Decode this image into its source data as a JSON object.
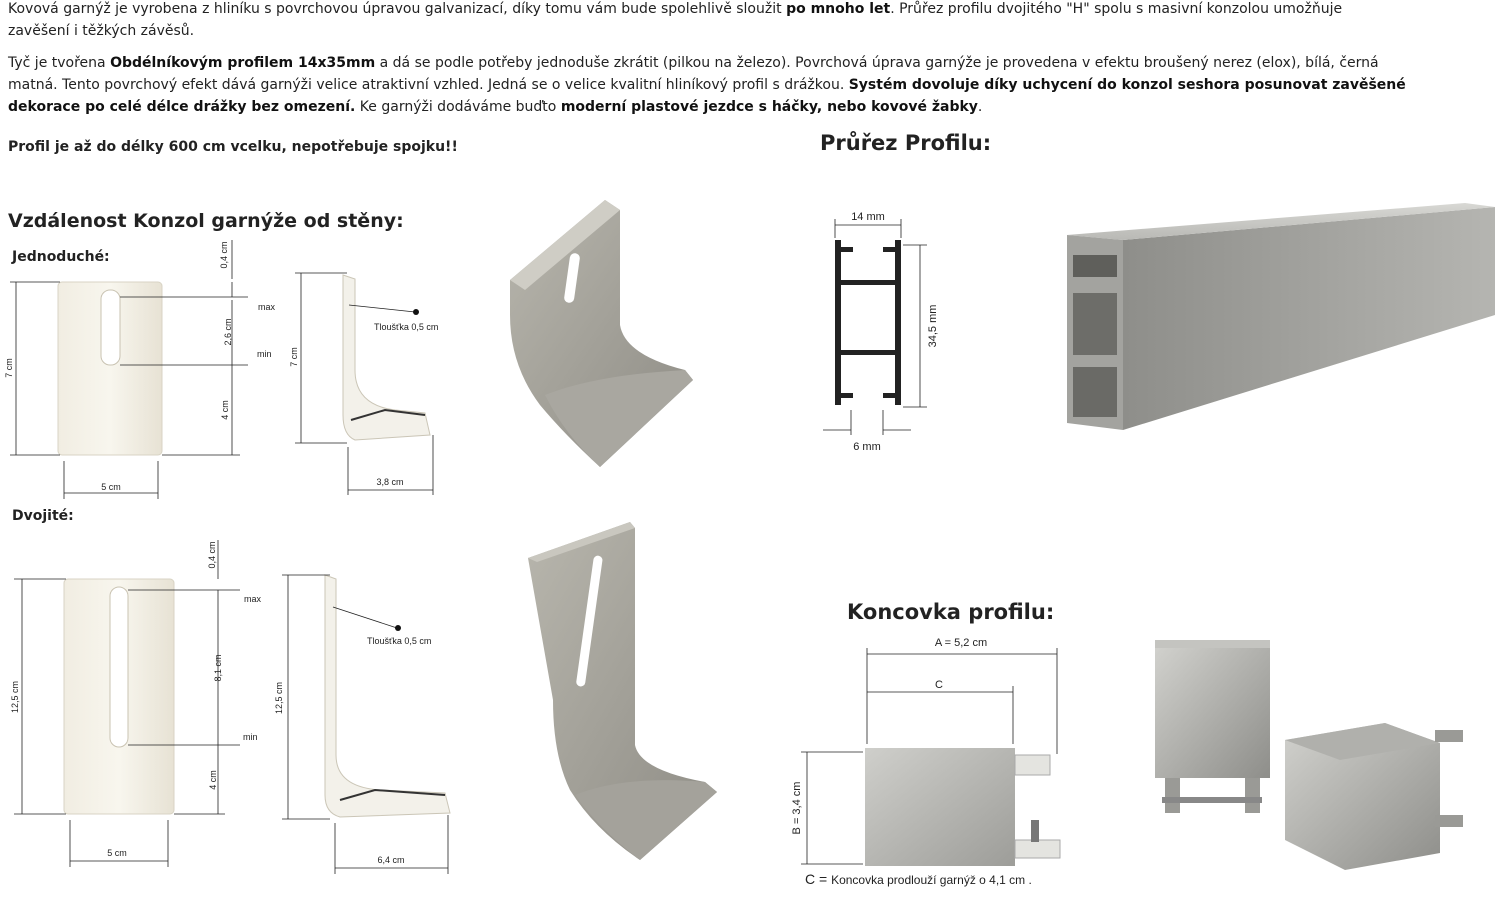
{
  "intro": {
    "p1_a": "Kovová garnýž je vyrobena z hliníku s povrchovou úpravou galvanizací, díky tomu vám bude spolehlivě sloužit ",
    "p1_b": "po mnoho let",
    "p1_c": ". Průřez profilu dvojitého \"H\" spolu s masivní konzolou umožňuje zavěšení i těžkých závěsů.",
    "p2_a": " Tyč je tvořena ",
    "p2_b": "Obdélníkovým profilem 14x35mm",
    "p2_c": " a dá se podle potřeby jednoduše zkrátit (pilkou na železo). Povrchová úprava garnýže je provedena v efektu broušený nerez (elox), bílá, černá matná. Tento povrchový efekt dává garnýži velice atraktivní vzhled. Jedná se o velice kvalitní hliníkový profil s drážkou. ",
    "p2_d": "Systém dovoluje díky uchycení do konzol seshora posunovat zavěšené dekorace po celé délce drážky bez omezení.",
    "p2_e": " Ke garnýži dodáváme buďto ",
    "p2_f": "moderní plastové jezdce s háčky, nebo kovové žabky",
    "p2_g": ".",
    "p3": "Profil je až do délky 600 cm vcelku, nepotřebuje spojku!!"
  },
  "headings": {
    "brackets": "Vzdálenost Konzol garnýže od stěny:",
    "single": "Jednoduché:",
    "double": "Dvojité:",
    "profile": "Průřez Profilu:",
    "endcap": "Koncovka profilu:"
  },
  "single_bracket": {
    "top_gap": "0,4 cm",
    "height": "7 cm",
    "slot": "2,6 cm",
    "lower": "4 cm",
    "width": "5 cm",
    "max": "max",
    "min": "min",
    "side_height": "7 cm",
    "thickness": "Tloušťka 0,5 cm",
    "depth": "3,8 cm"
  },
  "double_bracket": {
    "top_gap": "0,4 cm",
    "height": "12,5 cm",
    "slot": "8,1 cm",
    "lower": "4 cm",
    "width": "5 cm",
    "max": "max",
    "min": "min",
    "side_height": "12,5 cm",
    "thickness": "Tloušťka 0,5 cm",
    "depth": "6,4 cm"
  },
  "profile": {
    "width": "14 mm",
    "height": "34,5 mm",
    "slot": "6 mm"
  },
  "endcap": {
    "a": "A = 5,2 cm",
    "c": "C",
    "b": "B = 3,4 cm",
    "caption_c": "C = ",
    "caption_text": "Koncovka prodlouží garnýž o 4,1 cm ."
  }
}
